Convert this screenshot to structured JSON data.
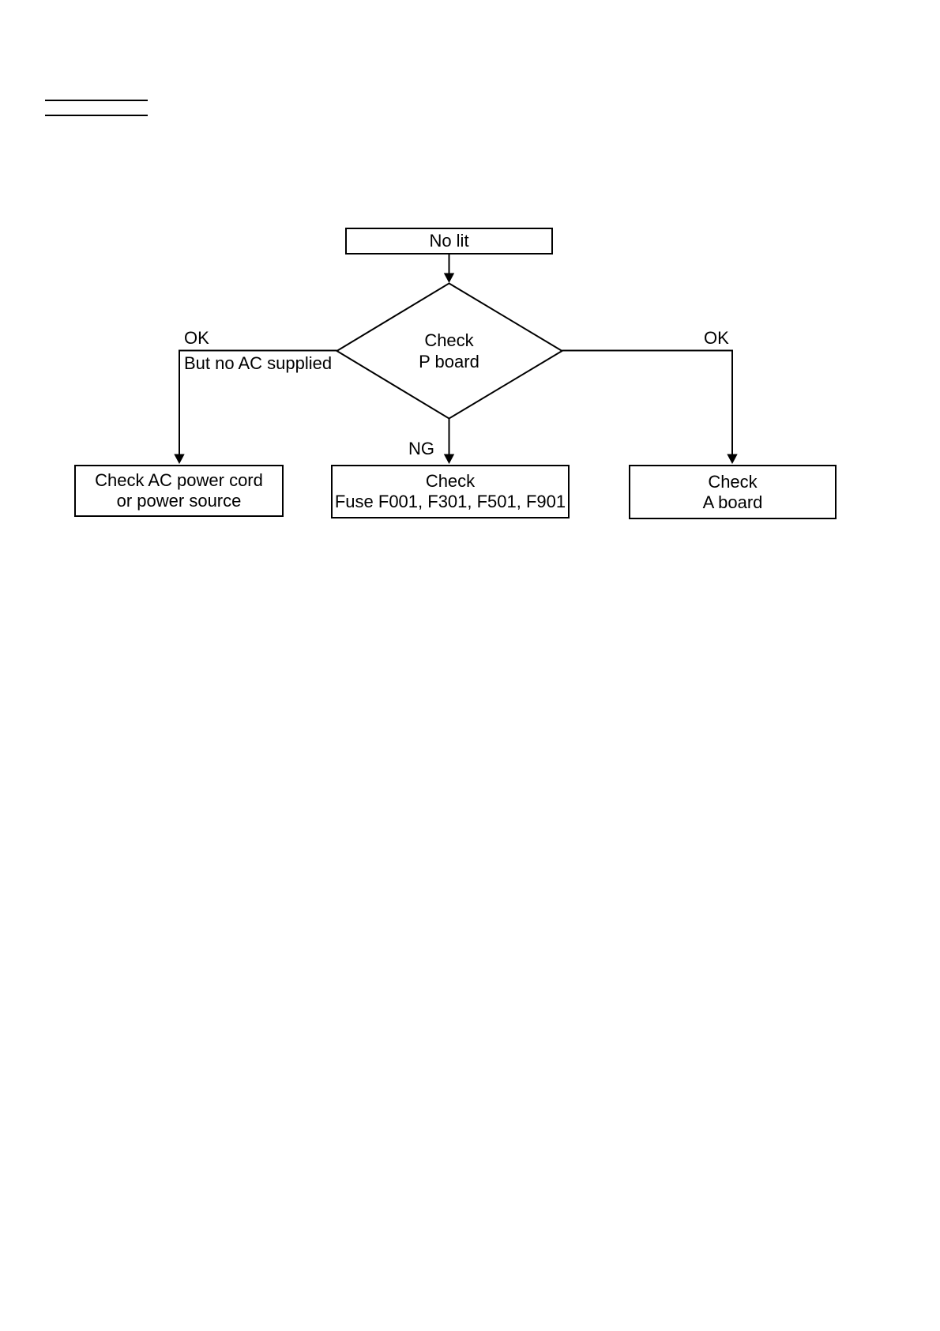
{
  "colors": {
    "background": "#ffffff",
    "stroke": "#000000",
    "text": "#000000"
  },
  "flowchart": {
    "start": {
      "label": "No lit"
    },
    "decision": {
      "line1": "Check",
      "line2": "P board"
    },
    "branches": {
      "left": {
        "ok": "OK",
        "note": "But no AC supplied"
      },
      "right": {
        "ok": "OK"
      },
      "down": {
        "ng": "NG"
      }
    },
    "outcomes": {
      "left": {
        "line1": "Check AC power cord",
        "line2": "or power source"
      },
      "middle": {
        "line1": "Check",
        "line2": "Fuse F001, F301, F501, F901"
      },
      "right": {
        "line1": "Check",
        "line2": "A board"
      }
    }
  }
}
